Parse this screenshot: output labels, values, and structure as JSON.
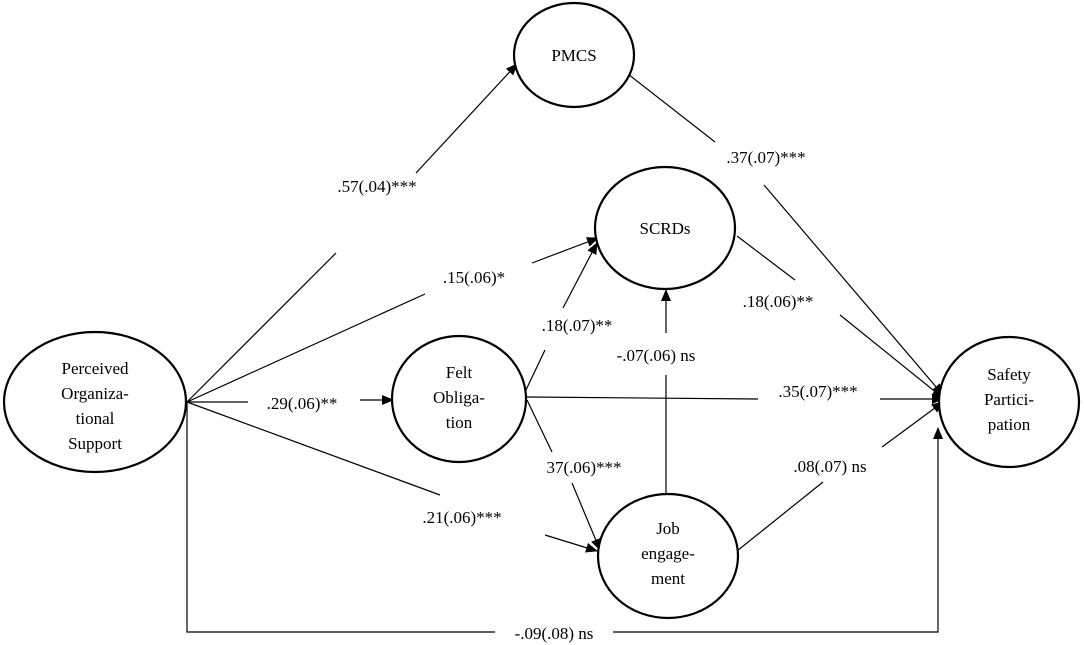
{
  "nodes": {
    "pos": {
      "lines": [
        "Perceived",
        "Organiza-",
        "tional",
        "Support"
      ]
    },
    "felt": {
      "lines": [
        "Felt",
        "Obliga-",
        "tion"
      ]
    },
    "pmcs": {
      "lines": [
        "PMCS"
      ]
    },
    "scrds": {
      "lines": [
        "SCRDs"
      ]
    },
    "job": {
      "lines": [
        "Job",
        "engage-",
        "ment"
      ]
    },
    "safety": {
      "lines": [
        "Safety",
        "Partici-",
        "pation"
      ]
    }
  },
  "paths": {
    "pos_pmcs": ".57(.04)***",
    "pmcs_safety": ".37(.07)***",
    "pos_scrds": ".15(.06)*",
    "felt_scrds": ".18(.07)**",
    "scrds_safety": ".18(.06)**",
    "pos_felt": ".29(.06)**",
    "job_scrds": "-.07(.06) ns",
    "felt_safety": ".35(.07)***",
    "felt_job": "37(.06)***",
    "job_safety": ".08(.07) ns",
    "pos_job": ".21(.06)***",
    "pos_safety": "-.09(.08) ns"
  }
}
